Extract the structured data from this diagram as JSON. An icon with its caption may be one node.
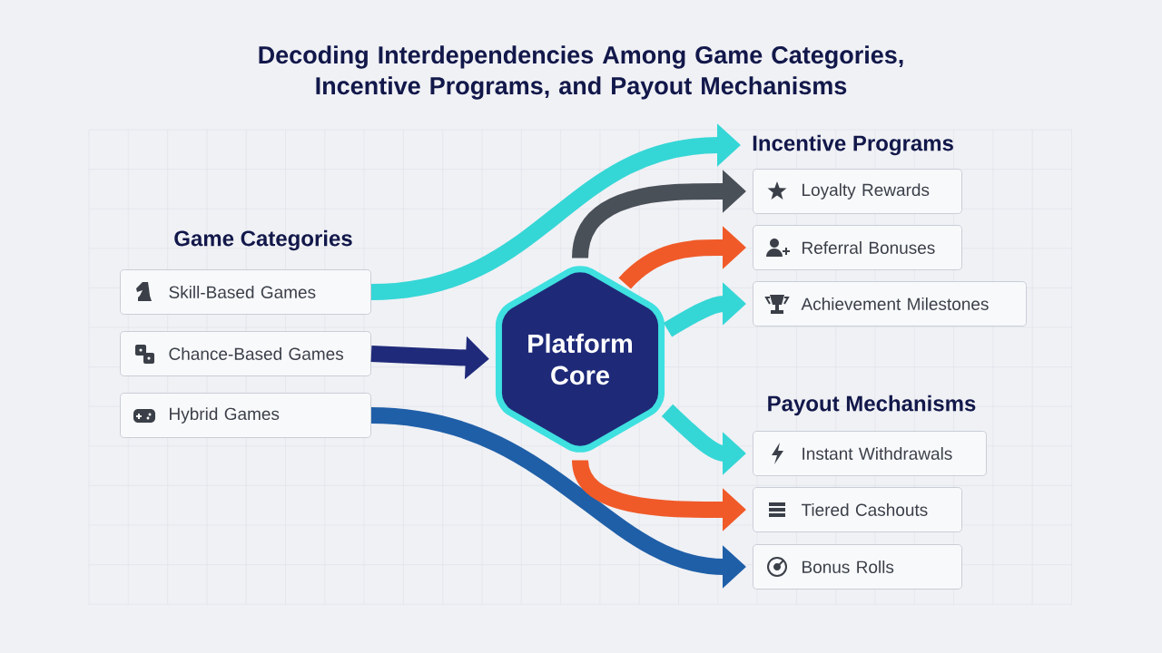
{
  "diagram": {
    "title": "Decoding Interdependencies Among Game Categories, Incentive Programs, and Payout Mechanisms",
    "nodes": [
      {
        "text": [
          "Skill-Based Games"
        ]
      },
      {
        "text": [
          "Chance-Based Games"
        ]
      },
      {
        "text": [
          "Hybrid Games"
        ]
      },
      {
        "text": [
          "Platform Core"
        ]
      },
      {
        "text": [
          "Incentive Programs"
        ]
      },
      {
        "text": [
          "Loyalty Rewards"
        ]
      },
      {
        "text": [
          "Referral Bonuses"
        ]
      },
      {
        "text": [
          "Achievement Milestones"
        ]
      },
      {
        "text": [
          "Instant Withdrawals"
        ]
      },
      {
        "text": [
          "Tiered Cashouts"
        ]
      },
      {
        "text": [
          "Bonus Rolls"
        ]
      }
    ],
    "edges": [
      {
        "from": 0,
        "to": 4,
        "arrow": "to",
        "color": "#35d6d6"
      },
      {
        "from": 1,
        "to": 3,
        "arrow": "to",
        "color": "#1f2a7a"
      },
      {
        "from": 2,
        "to": 10,
        "arrow": "to",
        "color": "#1f5fa8"
      },
      {
        "from": 3,
        "to": 5,
        "arrow": "to",
        "color": "#4a5058"
      },
      {
        "from": 3,
        "to": 6,
        "arrow": "to",
        "color": "#f05a28"
      },
      {
        "from": 3,
        "to": 7,
        "arrow": "to",
        "color": "#35d6d6"
      },
      {
        "from": 3,
        "to": 8,
        "arrow": "to",
        "color": "#35d6d6"
      },
      {
        "from": 3,
        "to": 9,
        "arrow": "to",
        "color": "#f05a28"
      }
    ],
    "labels": [
      "Game Categories",
      "Payout Mechanisms"
    ]
  }
}
